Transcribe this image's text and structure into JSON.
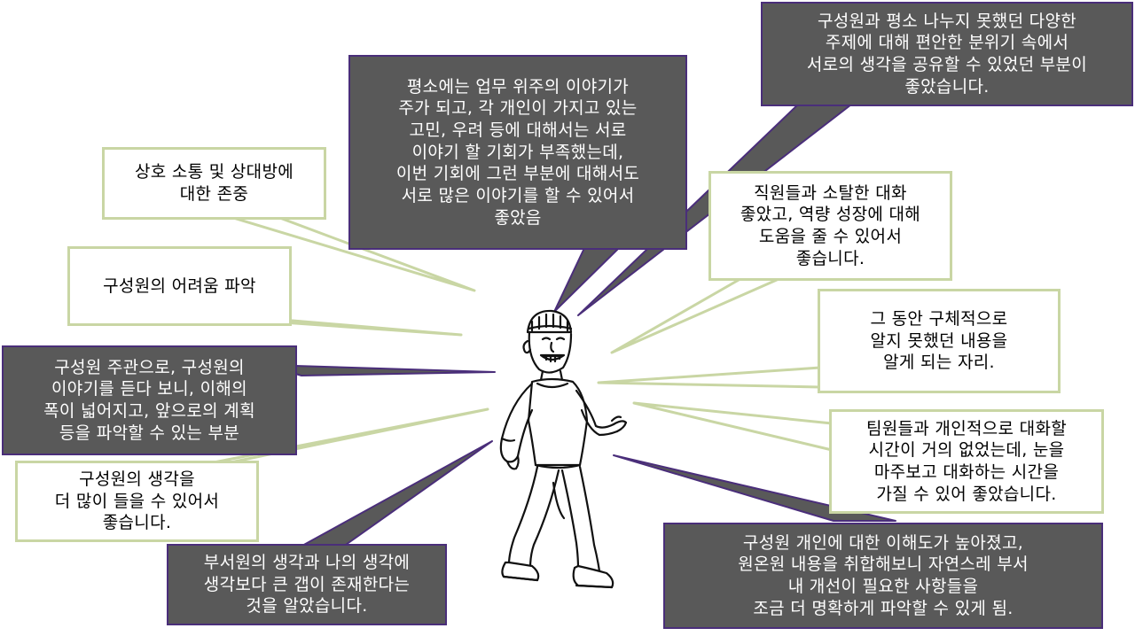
{
  "colors": {
    "light_fill": "#ffffff",
    "light_border": "#c9d6a4",
    "dark_fill": "#595959",
    "dark_border": "#4a2e7a",
    "dark_text": "#ffffff",
    "light_text": "#000000"
  },
  "bubbles": {
    "respect": "상호 소통 및 상대방에\n대한 존중",
    "difficulty": "구성원의 어려움 파악",
    "subjective": "구성원 주관으로, 구성원의\n이야기를 듣다 보니, 이해의\n폭이 넓어지고, 앞으로의 계획\n등을 파악할 수 있는 부분",
    "hear_more": "구성원의 생각을\n더 많이 들을 수 있어서\n좋습니다.",
    "gap": "부서원의 생각과 나의 생각에\n생각보다 큰 갭이 존재한다는\n것을 알았습니다.",
    "worry": "평소에는 업무 위주의 이야기가\n주가 되고, 각 개인이 가지고 있는\n고민, 우려 등에 대해서는 서로\n이야기 할 기회가 부족했는데,\n이번 기회에 그런 부분에 대해서도\n서로 많은 이야기를 할 수 있어서\n좋았음",
    "topics": "구성원과 평소 나누지 못했던 다양한\n주제에 대해 편안한 분위기 속에서\n서로의 생각을 공유할 수 있었던 부분이\n좋았습니다.",
    "casual": "직원들과 소탈한 대화\n좋았고, 역량 성장에 대해\n도움을 줄 수 있어서\n좋습니다.",
    "specific": "그 동안 구체적으로\n알지 못했던 내용을\n알게 되는 자리.",
    "eye_contact": "팀원들과 개인적으로 대화할\n시간이 거의 없었는데, 눈을\n마주보고 대화하는 시간을\n가질 수 있어 좋았습니다.",
    "improvement": "구성원 개인에 대한 이해도가 높아졌고,\n원온원 내용을 취합해보니 자연스레 부서\n내 개선이 필요한 사항들을\n조금 더 명확하게 파악할 수 있게 됨."
  },
  "icons": {
    "figure": "walking-smiling-person-illustration"
  }
}
